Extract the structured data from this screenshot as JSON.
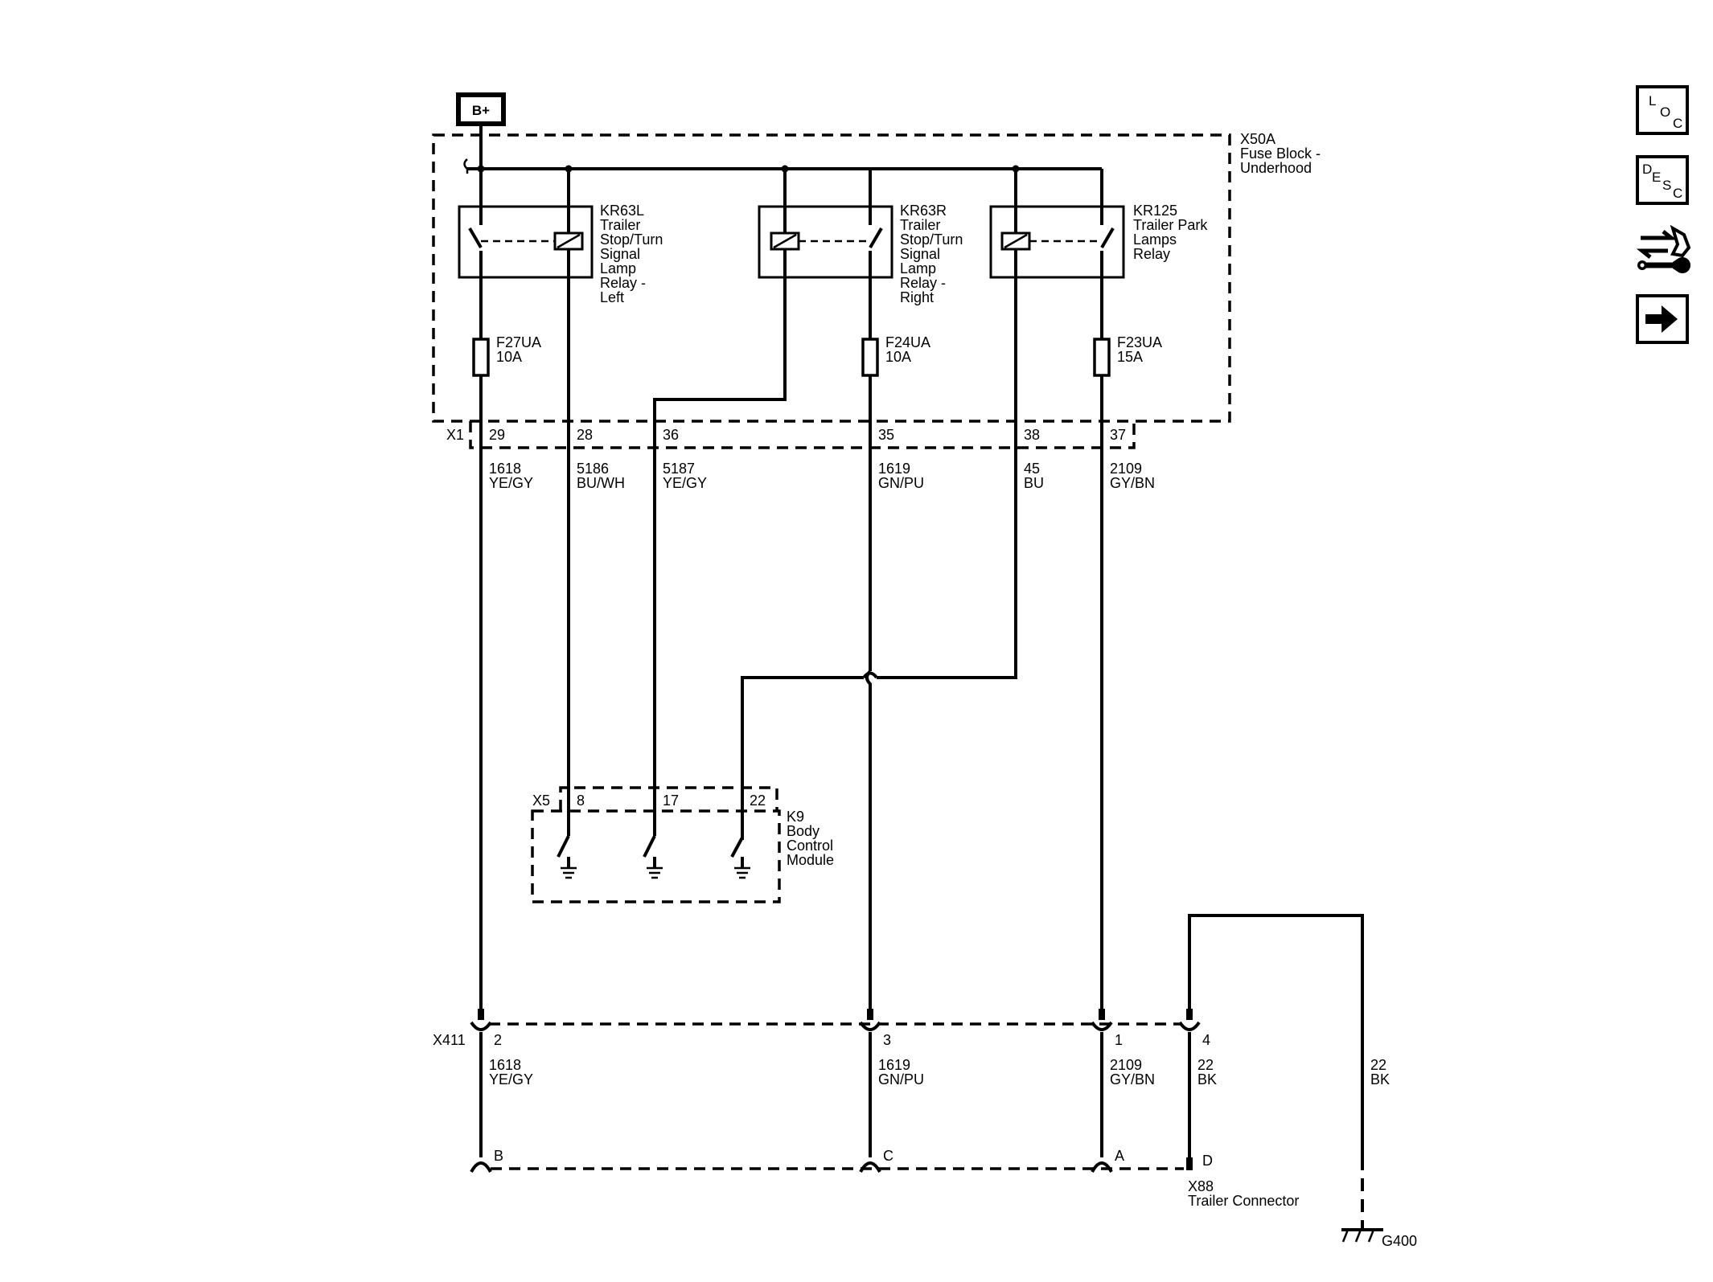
{
  "power": {
    "label": "B+"
  },
  "fuse_block": {
    "id": "X50A",
    "name_line1": "Fuse Block -",
    "name_line2": "Underhood",
    "connector": "X1"
  },
  "relays": [
    {
      "id": "KR63L",
      "lines": [
        "Trailer",
        "Stop/Turn",
        "Signal",
        "Lamp",
        "Relay -",
        "Left"
      ]
    },
    {
      "id": "KR63R",
      "lines": [
        "Trailer",
        "Stop/Turn",
        "Signal",
        "Lamp",
        "Relay -",
        "Right"
      ]
    },
    {
      "id": "KR125",
      "lines": [
        "Trailer Park",
        "Lamps",
        "Relay"
      ]
    }
  ],
  "fuses": [
    {
      "id": "F27UA",
      "rating": "10A"
    },
    {
      "id": "F24UA",
      "rating": "10A"
    },
    {
      "id": "F23UA",
      "rating": "15A"
    }
  ],
  "x1_pins": [
    {
      "pin": "29",
      "circuit": "1618",
      "color": "YE/GY"
    },
    {
      "pin": "28",
      "circuit": "5186",
      "color": "BU/WH"
    },
    {
      "pin": "36",
      "circuit": "5187",
      "color": "YE/GY"
    },
    {
      "pin": "35",
      "circuit": "1619",
      "color": "GN/PU"
    },
    {
      "pin": "38",
      "circuit": "45",
      "color": "BU"
    },
    {
      "pin": "37",
      "circuit": "2109",
      "color": "GY/BN"
    }
  ],
  "bcm": {
    "connector": "X5",
    "id": "K9",
    "lines": [
      "Body",
      "Control",
      "Module"
    ],
    "pins": [
      "8",
      "17",
      "22"
    ]
  },
  "x411": {
    "connector": "X411",
    "pins": [
      {
        "pin": "2",
        "circuit": "1618",
        "color": "YE/GY"
      },
      {
        "pin": "3",
        "circuit": "1619",
        "color": "GN/PU"
      },
      {
        "pin": "1",
        "circuit": "2109",
        "color": "GY/BN"
      },
      {
        "pin": "4",
        "circuit": "22",
        "color": "BK"
      }
    ]
  },
  "ground_wire": {
    "circuit": "22",
    "color": "BK"
  },
  "trailer_connector": {
    "id": "X88",
    "name": "Trailer Connector",
    "pins": [
      "B",
      "C",
      "A",
      "D"
    ]
  },
  "ground": {
    "id": "G400"
  },
  "nav": {
    "loc": [
      "L",
      "O",
      "C"
    ],
    "desc": [
      "D",
      "E",
      "S",
      "C"
    ]
  }
}
